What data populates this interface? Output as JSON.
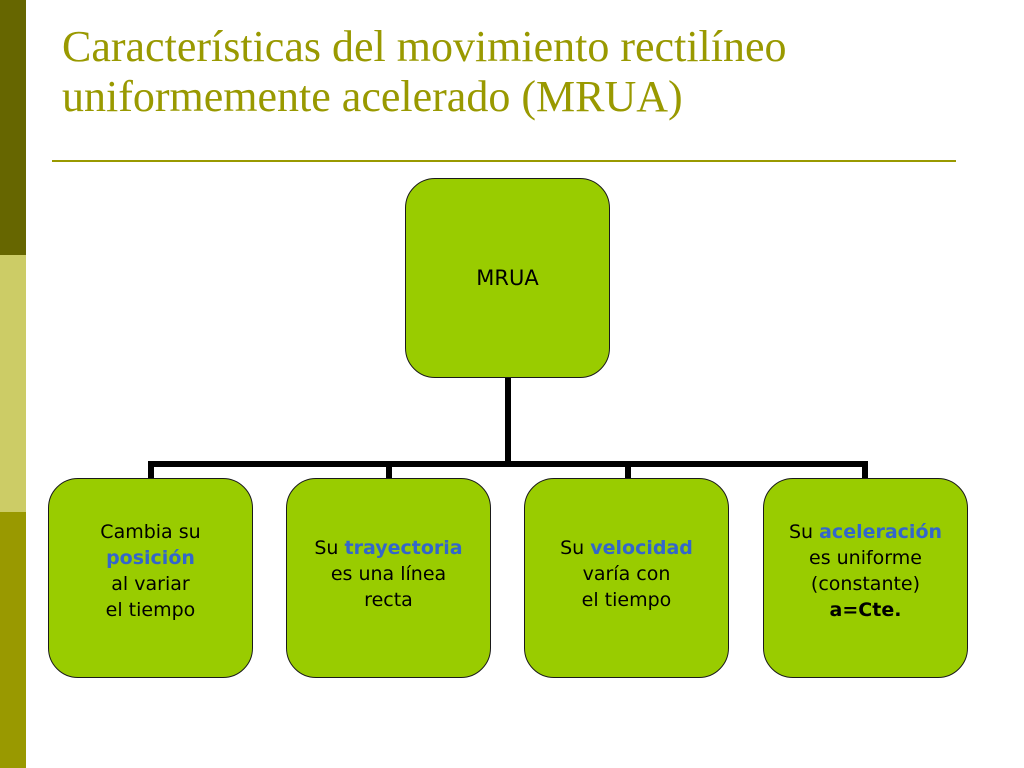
{
  "title": {
    "line1": "Características del movimiento rectilíneo",
    "line2": "uniformemente acelerado (MRUA)"
  },
  "root": {
    "label": "MRUA"
  },
  "children": [
    {
      "line1": "Cambia su",
      "highlight": "posición",
      "line3": "al variar",
      "line4": "el tiempo"
    },
    {
      "prefix": "Su",
      "highlight": "trayectoria",
      "line2": "es una línea",
      "line3": "recta"
    },
    {
      "prefix": "Su",
      "highlight": "velocidad",
      "line2": "varía con",
      "line3": "el tiempo"
    },
    {
      "prefix": "Su",
      "highlight": "aceleración",
      "line2": "es uniforme",
      "line3": "(constante)",
      "line4": "a=Cte."
    }
  ],
  "colors": {
    "title": "#999900",
    "node_fill": "#99cc00",
    "highlight": "#3366cc",
    "sidebar": [
      "#666600",
      "#cccc66",
      "#999900"
    ]
  }
}
